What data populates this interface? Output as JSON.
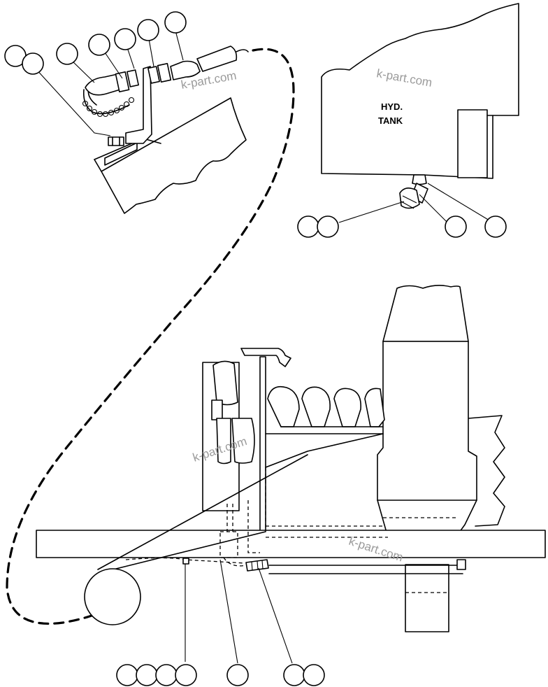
{
  "tank": {
    "label_line1": "HYD.",
    "label_line2": "TANK"
  },
  "watermark": {
    "text": "k-part.com"
  }
}
